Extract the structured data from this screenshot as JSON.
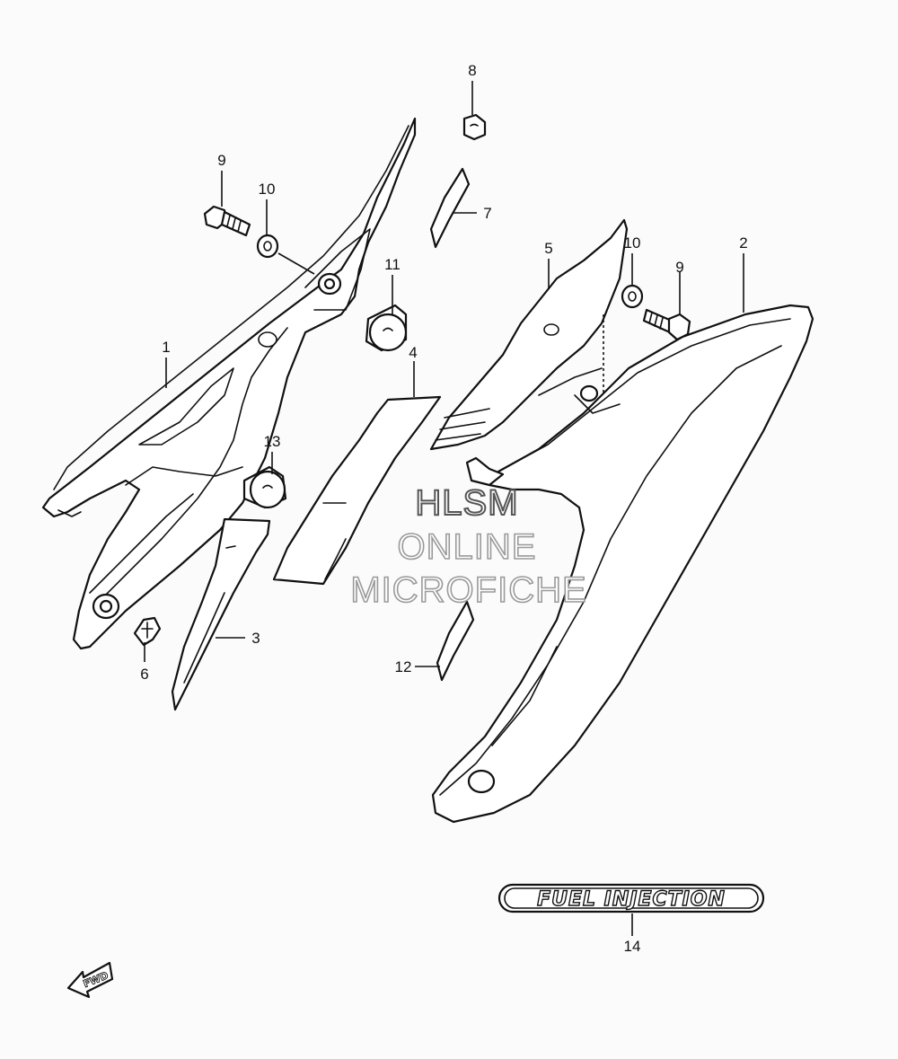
{
  "callouts": [
    {
      "id": "c1",
      "label": "1"
    },
    {
      "id": "c2",
      "label": "2"
    },
    {
      "id": "c3",
      "label": "3"
    },
    {
      "id": "c4",
      "label": "4"
    },
    {
      "id": "c5",
      "label": "5"
    },
    {
      "id": "c6",
      "label": "6"
    },
    {
      "id": "c7",
      "label": "7"
    },
    {
      "id": "c8",
      "label": "8"
    },
    {
      "id": "c9a",
      "label": "9"
    },
    {
      "id": "c9b",
      "label": "9"
    },
    {
      "id": "c10a",
      "label": "10"
    },
    {
      "id": "c10b",
      "label": "10"
    },
    {
      "id": "c11",
      "label": "11"
    },
    {
      "id": "c12",
      "label": "12"
    },
    {
      "id": "c13",
      "label": "13"
    },
    {
      "id": "c14",
      "label": "14"
    }
  ],
  "decal": {
    "text": "FUEL INJECTION"
  },
  "fwd": {
    "text": "FWD"
  },
  "watermark": {
    "line1": "HLSM",
    "line2": "ONLINE",
    "line3": "MICROFICHE"
  }
}
